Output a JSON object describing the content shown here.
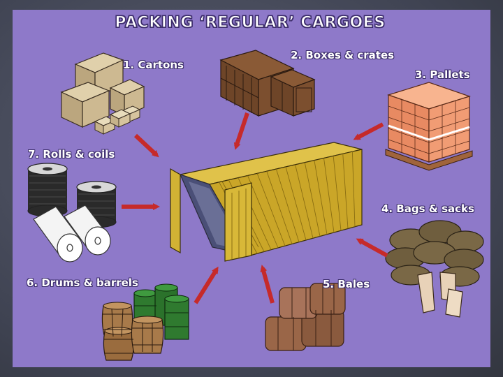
{
  "title": "PACKING ‘REGULAR’ CARGOES",
  "labels": {
    "cartons": "1. Cartons",
    "boxes": "2. Boxes & crates",
    "pallets": "3. Pallets",
    "bags": "4. Bags & sacks",
    "bales": "5. Bales",
    "drums": "6. Drums & barrels",
    "rolls": "7. Rolls & coils"
  },
  "colors": {
    "panel": "#8e79c9",
    "arrow": "#c62a2a",
    "container": "#c9a523",
    "crate": "#7a4a2c",
    "carton": "#c8b48e",
    "pallet_box": "#f4a07a",
    "sack": "#6b5a3c",
    "bale": "#9a6648",
    "drum_green": "#2f7a2f",
    "barrel": "#a87a4a"
  }
}
